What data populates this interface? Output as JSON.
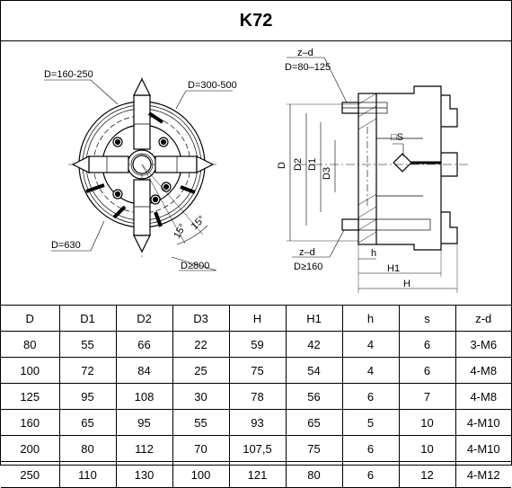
{
  "title": "K72",
  "drawing_labels": {
    "d_160_250": "D=160-250",
    "d_300_500": "D=300-500",
    "d_630": "D=630",
    "d_ge_800": "D≥800",
    "angle_15a": "15°",
    "angle_15b": "15°",
    "z_d_top": "z–d",
    "d_80_125": "D=80–125",
    "dim_D": "D",
    "dim_D2": "D2",
    "dim_D1": "D1",
    "dim_D3": "D3",
    "square_s": "□S",
    "z_d_bottom": "z–d",
    "d_ge_160": "D≥160",
    "dim_h": "h",
    "dim_H1": "H1",
    "dim_H": "H"
  },
  "table": {
    "headers": [
      "D",
      "D1",
      "D2",
      "D3",
      "H",
      "H1",
      "h",
      "s",
      "z-d"
    ],
    "rows": [
      [
        "80",
        "55",
        "66",
        "22",
        "59",
        "42",
        "4",
        "6",
        "3-M6"
      ],
      [
        "100",
        "72",
        "84",
        "25",
        "75",
        "54",
        "4",
        "6",
        "4-M8"
      ],
      [
        "125",
        "95",
        "108",
        "30",
        "78",
        "56",
        "6",
        "7",
        "4-M8"
      ],
      [
        "160",
        "65",
        "95",
        "55",
        "93",
        "65",
        "5",
        "10",
        "4-M10"
      ],
      [
        "200",
        "80",
        "112",
        "70",
        "107,5",
        "75",
        "6",
        "10",
        "4-M10"
      ],
      [
        "250",
        "110",
        "130",
        "100",
        "121",
        "80",
        "6",
        "12",
        "4-M12"
      ]
    ]
  }
}
